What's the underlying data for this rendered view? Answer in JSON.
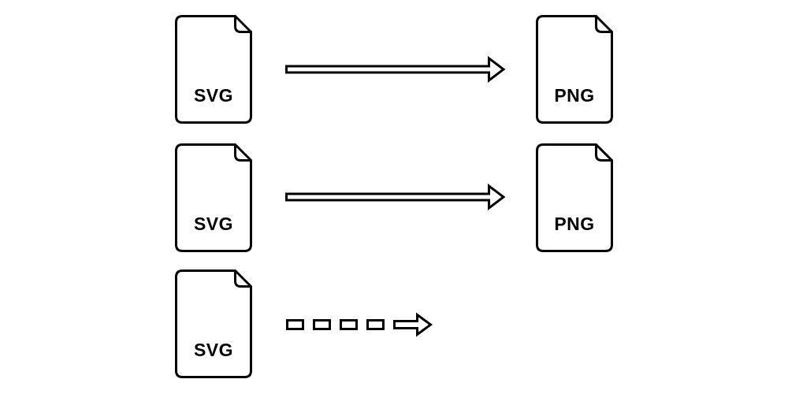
{
  "diagram": {
    "title": "svg-to-png-conversion-diagram",
    "background_color": "#ffffff",
    "stroke_color": "#000000",
    "fill_color": "#ffffff",
    "label_color": "#000000",
    "rows": [
      {
        "source_label": "SVG",
        "arrow_style": "solid",
        "target_label": "PNG"
      },
      {
        "source_label": "SVG",
        "arrow_style": "solid",
        "target_label": "PNG"
      },
      {
        "source_label": "SVG",
        "arrow_style": "dashed",
        "target_label": null
      }
    ]
  }
}
